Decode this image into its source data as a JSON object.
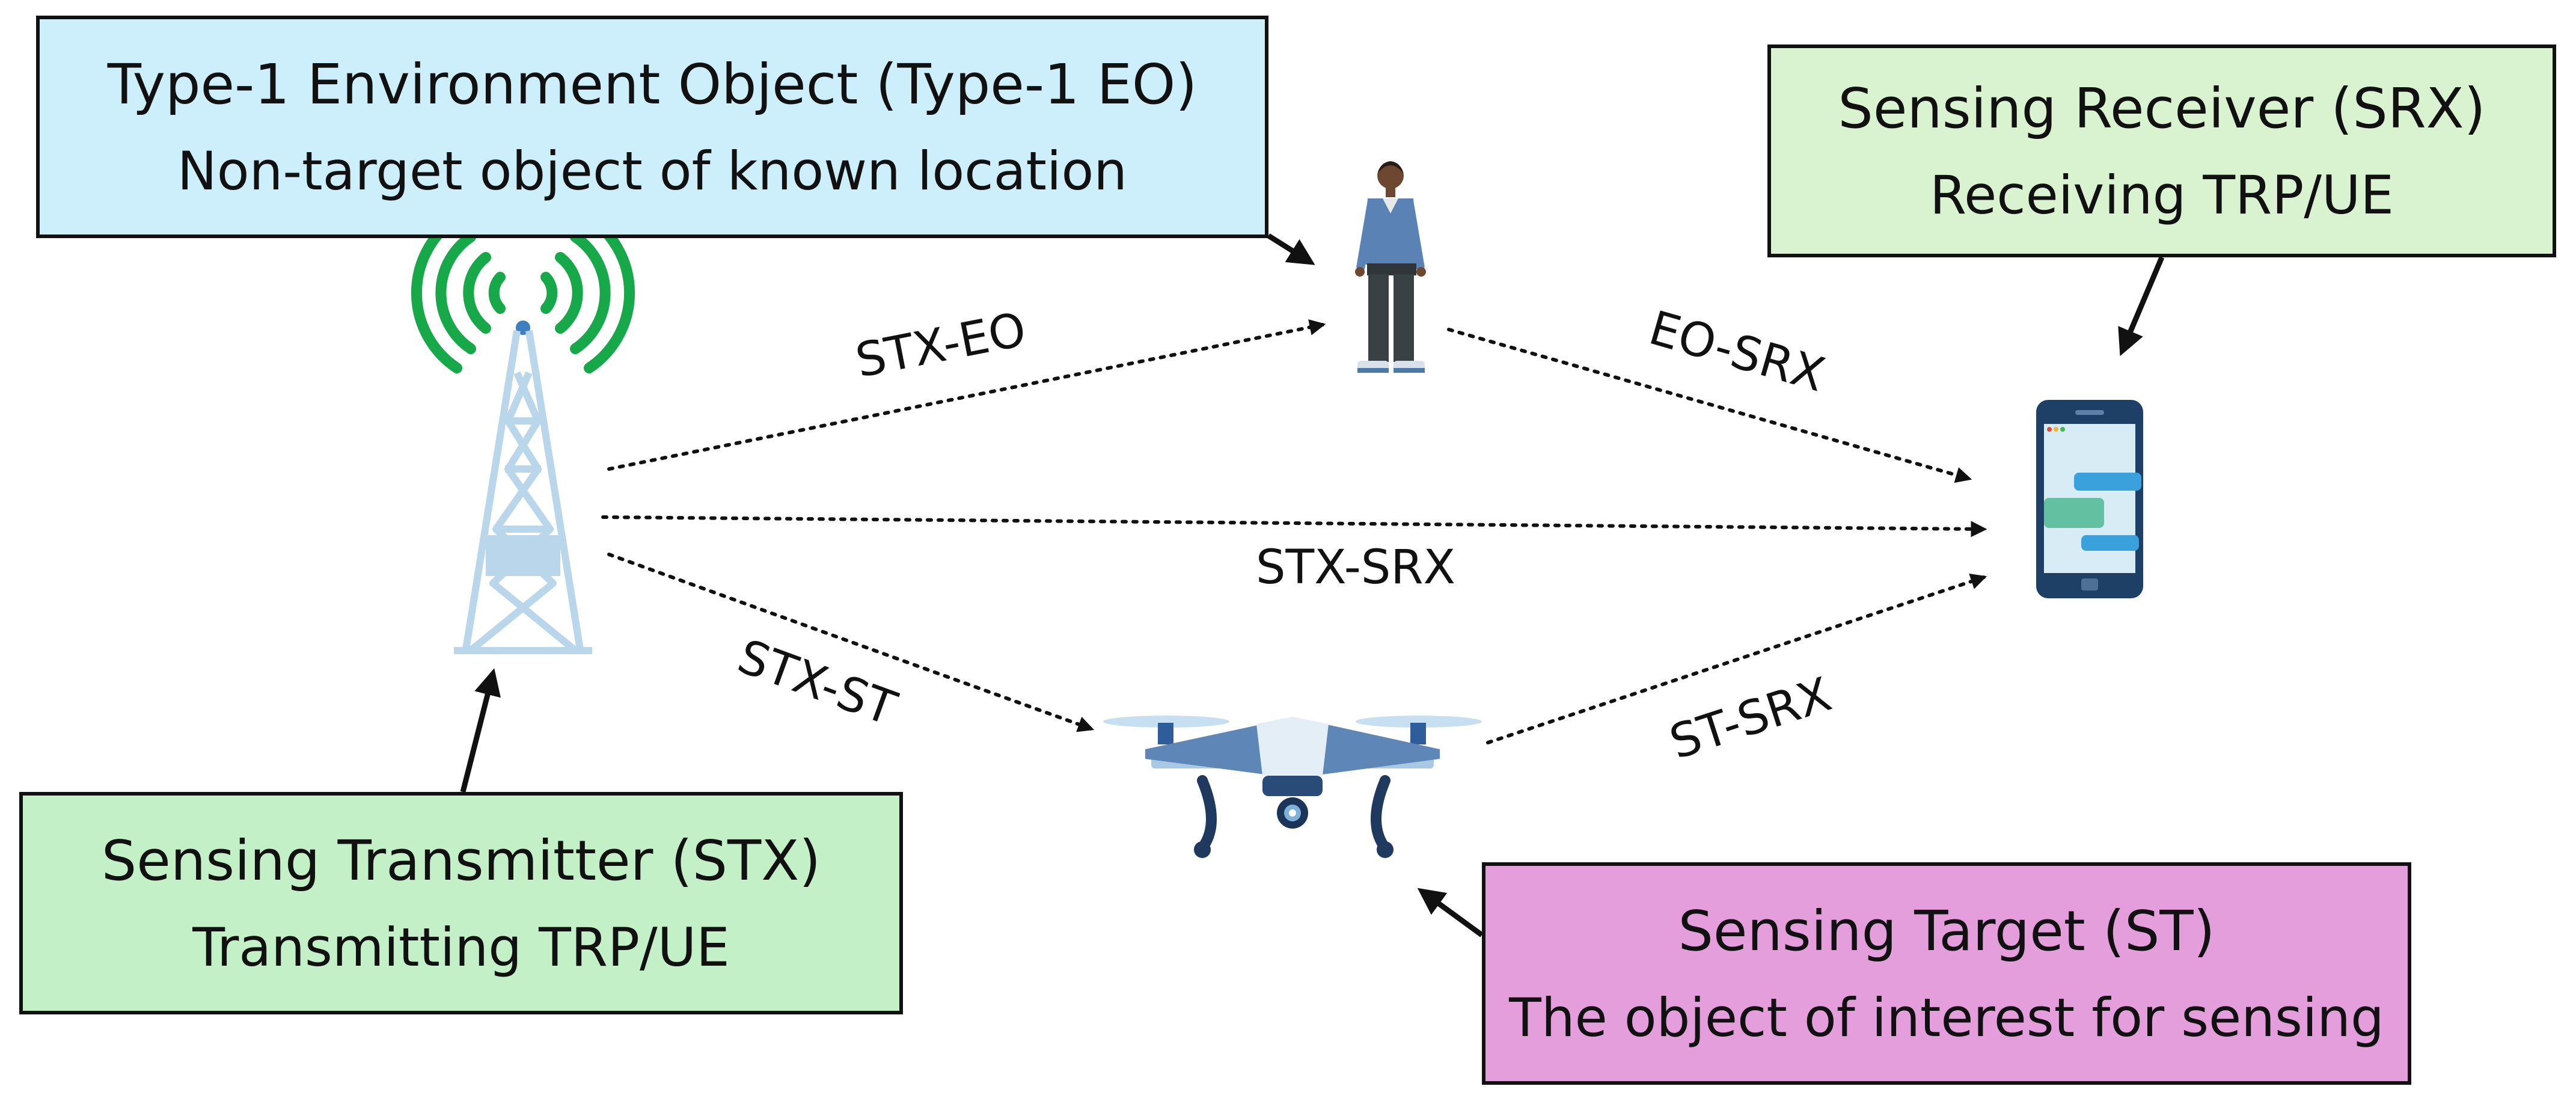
{
  "colors": {
    "eo_fill": "#cdeefb",
    "srx_fill": "#d9f3d0",
    "stx_fill": "#c4f0c8",
    "st_fill": "#e49edb",
    "signal_green": "#17a84a",
    "tower_blue": "#b9d6ea",
    "phone_navy": "#1e3f66",
    "drone_navy": "#243f66"
  },
  "boxes": {
    "eo": {
      "title": "Type-1 Environment Object (Type-1 EO)",
      "subtitle": "Non-target object of known location"
    },
    "srx": {
      "title": "Sensing Receiver (SRX)",
      "subtitle": "Receiving TRP/UE"
    },
    "stx": {
      "title": "Sensing Transmitter (STX)",
      "subtitle": "Transmitting TRP/UE"
    },
    "st": {
      "title": "Sensing Target (ST)",
      "subtitle": "The object of interest for sensing"
    }
  },
  "links": {
    "stx_eo": "STX-EO",
    "eo_srx": "EO-SRX",
    "stx_srx": "STX-SRX",
    "stx_st": "STX-ST",
    "st_srx": "ST-SRX"
  },
  "icons": {
    "transmitter": "cell-tower-icon",
    "environment_object": "person-icon",
    "receiver": "smartphone-icon",
    "target": "drone-icon"
  }
}
